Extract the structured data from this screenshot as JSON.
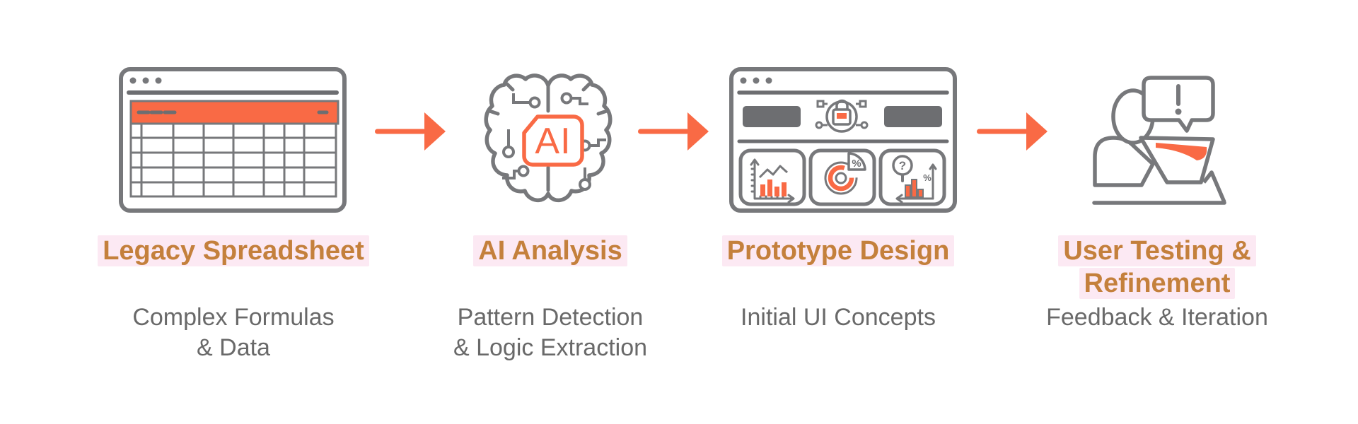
{
  "diagram": {
    "title_implied": "AI-assisted modernization process flow",
    "colors": {
      "background": "#FFFFFF",
      "accent_orange": "#F96A45",
      "icon_stroke_gray": "#77787B",
      "icon_fill_gray": "#6D6E71",
      "stage_title_color": "#C4803C",
      "stage_title_highlight": "#FCE9F3",
      "subtitle_gray": "#696969"
    },
    "stages": [
      {
        "id": "legacy-spreadsheet",
        "title": "Legacy Spreadsheet",
        "subtitle": "Complex Formulas\n& Data",
        "icon": "spreadsheet-window-icon"
      },
      {
        "id": "ai-analysis",
        "title": "AI Analysis",
        "subtitle": "Pattern Detection\n& Logic Extraction",
        "icon": "ai-brain-chip-icon",
        "chip_label": "AI"
      },
      {
        "id": "prototype-design",
        "title": "Prototype Design",
        "subtitle": "Initial UI Concepts",
        "icon": "prototype-window-icon",
        "pie_percent_label": "%",
        "insight_percent_label": "%",
        "question_label": "?"
      },
      {
        "id": "user-testing-refinement",
        "title": "User Testing &\nRefinement",
        "subtitle": "Feedback & Iteration",
        "icon": "user-laptop-feedback-icon"
      }
    ],
    "arrows": {
      "count": 3,
      "direction": "right"
    }
  }
}
